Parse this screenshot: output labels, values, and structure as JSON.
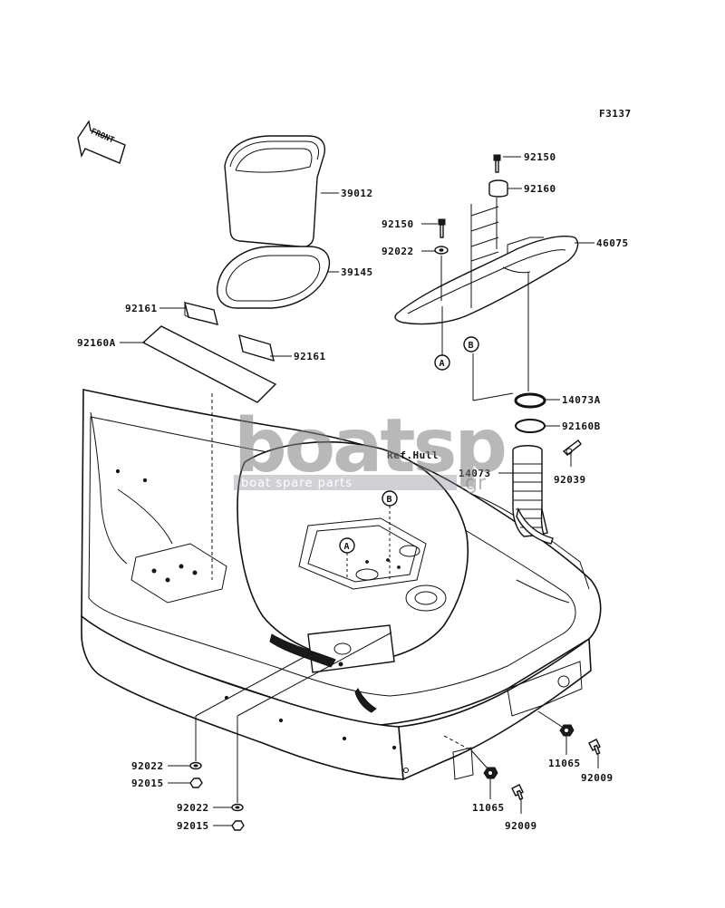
{
  "figure_code": "F3137",
  "front_label": "FRONT",
  "ref_label": "Ref.Hull",
  "watermark": {
    "brand": "boatsp",
    "tld": ".gr",
    "tagline": "boat spare parts"
  },
  "callouts": {
    "a_upper": "A",
    "b_upper": "B",
    "a_lower": "A",
    "b_lower": "B"
  },
  "parts": {
    "p39012": "39012",
    "p39145": "39145",
    "p92161_left": "92161",
    "p92161_right": "92161",
    "p92160a": "92160A",
    "p92150_top": "92150",
    "p92160": "92160",
    "p92150_mid": "92150",
    "p92022_top": "92022",
    "p46075": "46075",
    "p14073a": "14073A",
    "p92160b": "92160B",
    "p14073": "14073",
    "p92039": "92039",
    "p92022_low1": "92022",
    "p92015_low1": "92015",
    "p92022_low2": "92022",
    "p92015_low2": "92015",
    "p11065_right": "11065",
    "p92009_right": "92009",
    "p11065_low": "11065",
    "p92009_low": "92009"
  }
}
